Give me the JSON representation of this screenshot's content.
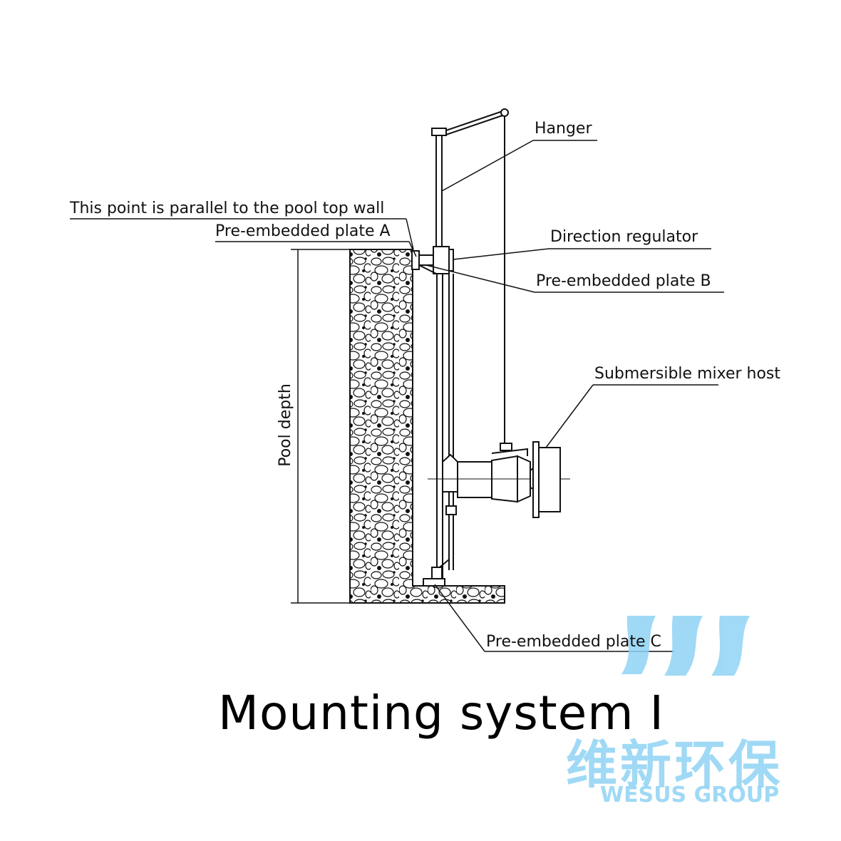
{
  "labels": {
    "hanger": "Hanger",
    "parallel_point": "This point is parallel to the pool top wall",
    "plate_a": "Pre-embedded plate A",
    "direction_regulator": "Direction regulator",
    "plate_b": "Pre-embedded plate B",
    "mixer_host": "Submersible mixer host",
    "plate_c": "Pre-embedded plate C",
    "pool_depth": "Pool depth"
  },
  "title": "Mounting system Ⅰ",
  "watermark": {
    "name_cn": "维新环保",
    "name_en": "WESUS GROUP",
    "color": "#8fd3f4"
  },
  "colors": {
    "line": "#111111",
    "background": "#ffffff"
  }
}
